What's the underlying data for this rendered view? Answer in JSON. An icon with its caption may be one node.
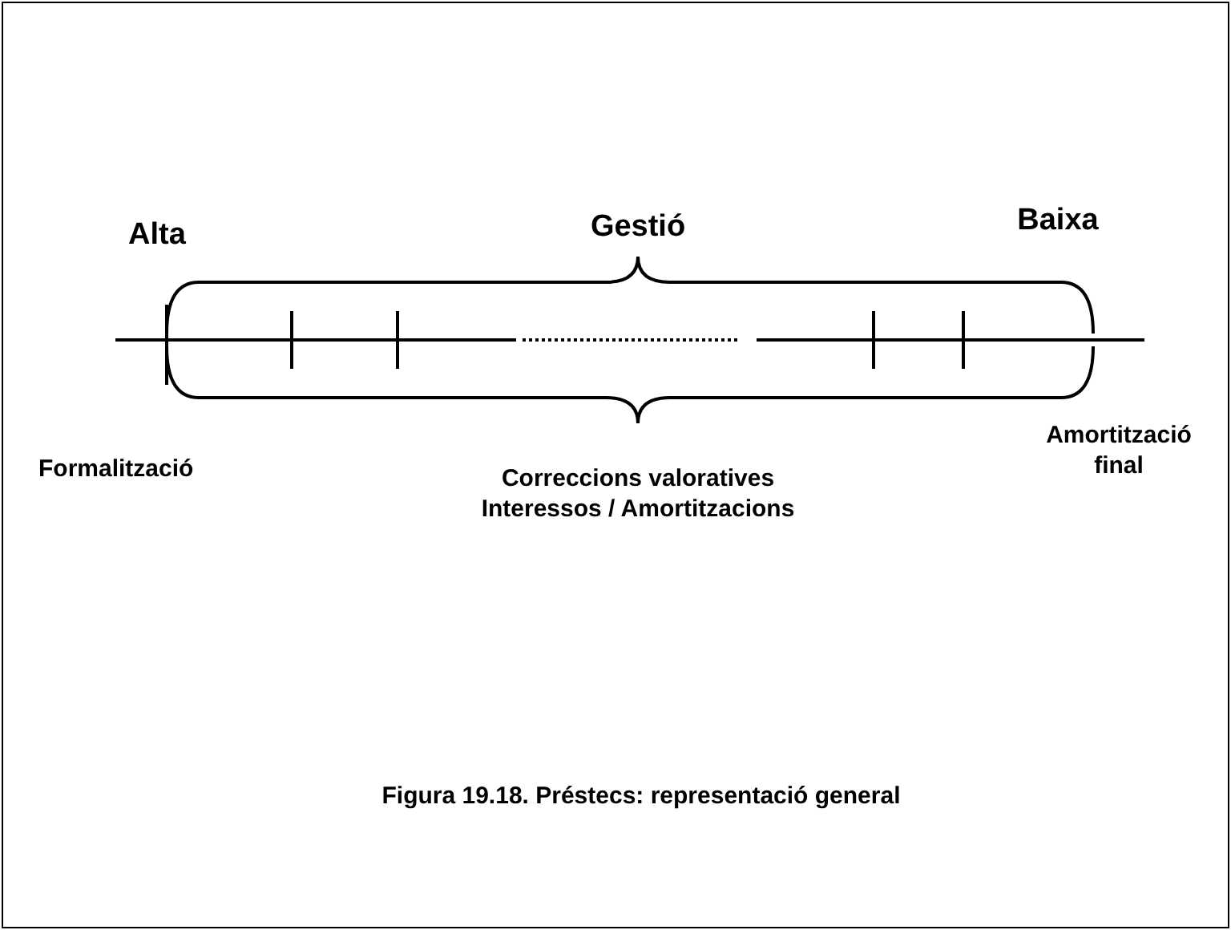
{
  "diagram": {
    "caption": "Figura 19.18. Préstecs: representació general",
    "labels": [
      "Alta",
      "Gestió",
      "Baixa",
      "Formalització",
      "Correccions valoratives Interessos / Amortitzacions",
      "Amortització final"
    ]
  }
}
